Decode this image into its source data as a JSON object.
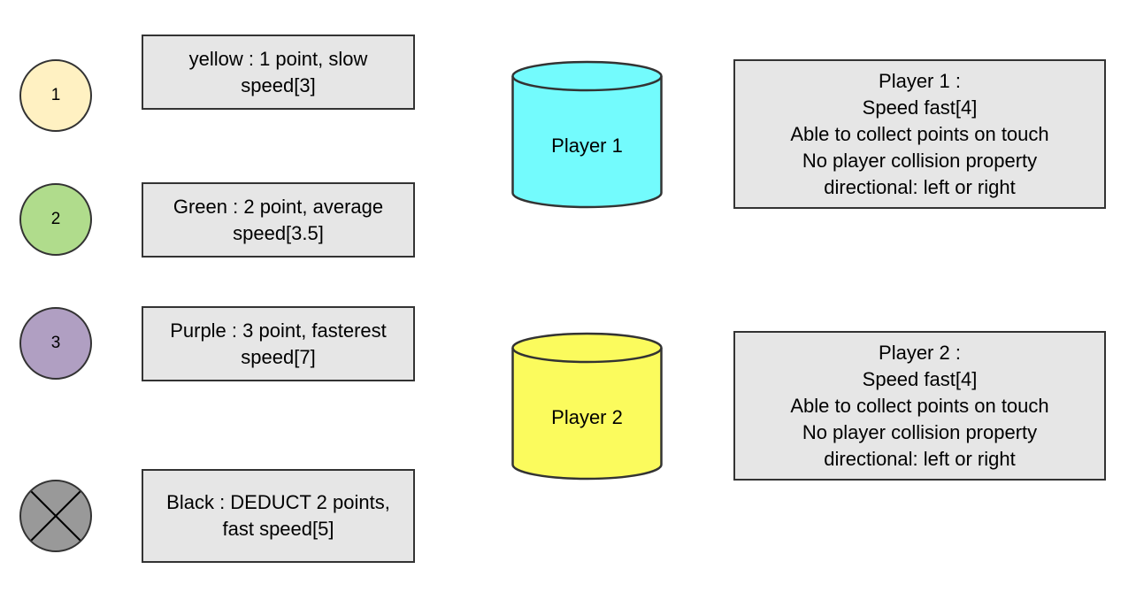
{
  "balls": [
    {
      "label": "1",
      "color": "#fff1c2",
      "description": "yellow : 1 point, slow\nspeed[3]"
    },
    {
      "label": "2",
      "color": "#b0dc8c",
      "description": "Green : 2 point, average\nspeed[3.5]"
    },
    {
      "label": "3",
      "color": "#b09fc2",
      "description": "Purple : 3 point, fasterest\nspeed[7]"
    },
    {
      "label": "",
      "color": "#999999",
      "icon": "x-circle-icon",
      "description": "Black : DEDUCT 2 points,\nfast speed[5]"
    }
  ],
  "players": [
    {
      "label": "Player 1",
      "color": "#73fbfd",
      "description": "Player 1 :\nSpeed fast[4]\nAble to collect points on touch\nNo  player collision property\ndirectional: left or right"
    },
    {
      "label": "Player 2",
      "color": "#fbfb5d",
      "description": "Player 2 :\nSpeed fast[4]\nAble to collect points on touch\nNo  player collision property\ndirectional: left or right"
    }
  ]
}
